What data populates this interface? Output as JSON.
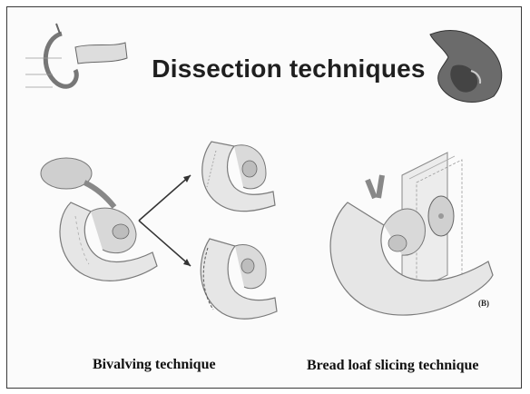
{
  "slide": {
    "title": "Dissection techniques",
    "captions": {
      "left": "Bivalving technique",
      "right": "Bread loaf slicing technique"
    },
    "figure_number": "(B)"
  },
  "colors": {
    "border": "#3a3a3a",
    "text": "#1f1f1f",
    "tissue_fill": "#e6e6e6",
    "tissue_stroke": "#7a7a7a"
  },
  "icons": {
    "top_left": "pancreas-diagram-icon",
    "top_right": "specimen-photo-icon"
  }
}
